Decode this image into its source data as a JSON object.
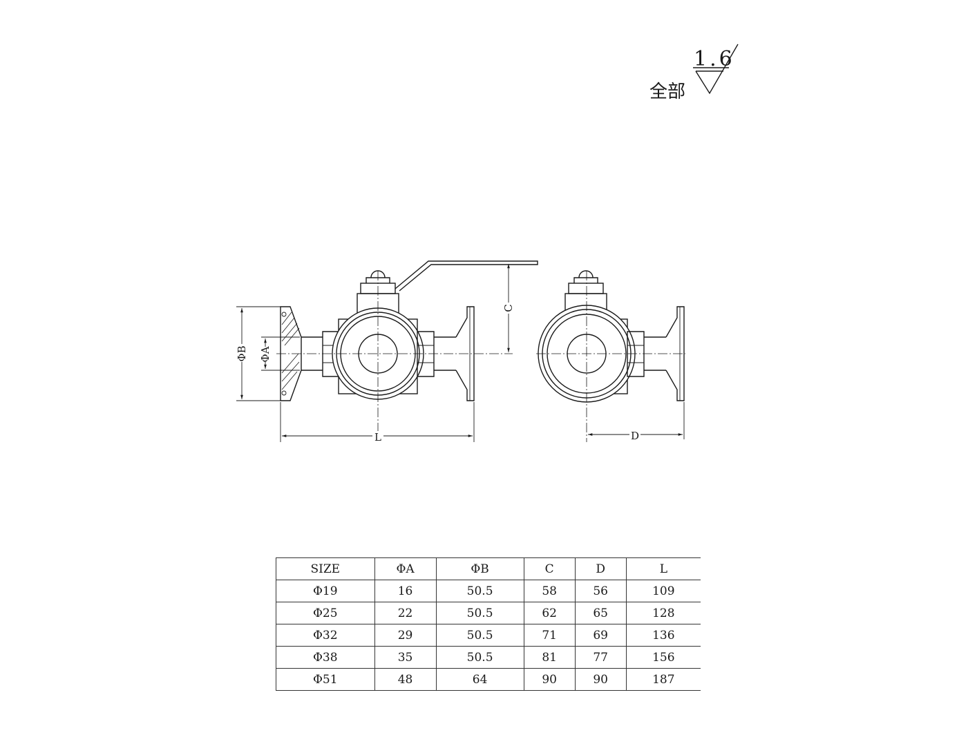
{
  "roughness": {
    "value": "1.6",
    "label": "全部"
  },
  "dimensions": {
    "phi_b": "ΦB",
    "phi_a": "ΦA",
    "c": "C",
    "l": "L",
    "d": "D"
  },
  "table": {
    "headers": [
      "SIZE",
      "ΦA",
      "ΦB",
      "C",
      "D",
      "L"
    ],
    "rows": [
      [
        "Φ19",
        "16",
        "50.5",
        "58",
        "56",
        "109"
      ],
      [
        "Φ25",
        "22",
        "50.5",
        "62",
        "65",
        "128"
      ],
      [
        "Φ32",
        "29",
        "50.5",
        "71",
        "69",
        "136"
      ],
      [
        "Φ38",
        "35",
        "50.5",
        "81",
        "77",
        "156"
      ],
      [
        "Φ51",
        "48",
        "64",
        "90",
        "90",
        "187"
      ]
    ]
  }
}
